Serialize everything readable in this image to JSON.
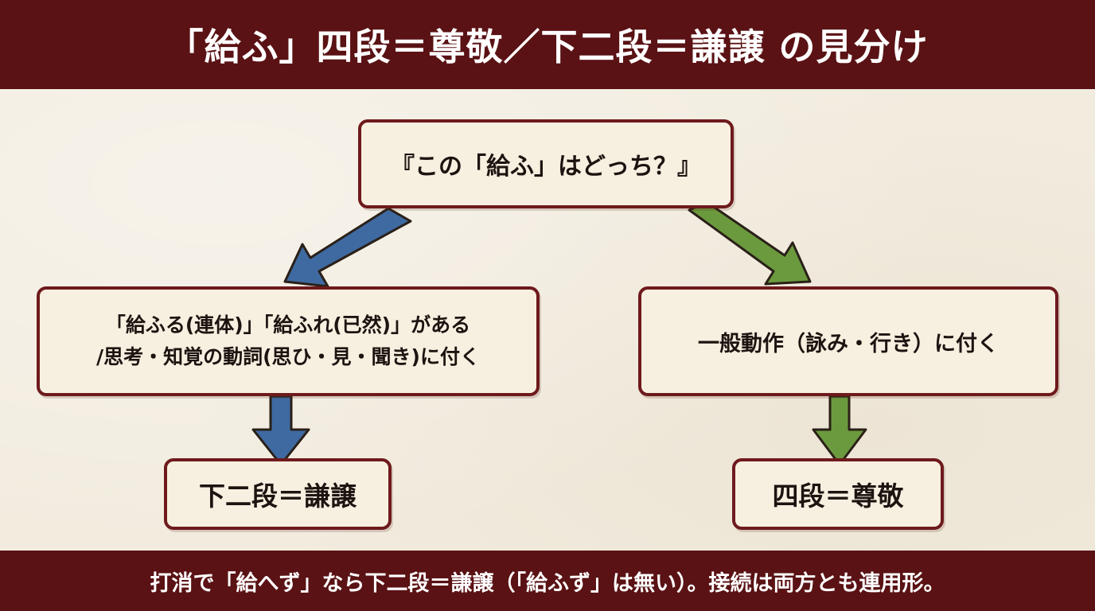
{
  "title": "「給ふ」四段＝尊敬／下二段＝謙譲 の見分け",
  "question": "『この「給ふ」はどっち？』",
  "left_branch": {
    "condition_line1": "「給ふる(連体)」「給ふれ(已然)」がある",
    "condition_line2": "/思考・知覚の動詞(思ひ・見・聞き)に付く",
    "result": "下二段＝謙譲",
    "arrow_color": "#3f6aa1"
  },
  "right_branch": {
    "condition": "一般動作（詠み・行き）に付く",
    "result": "四段＝尊敬",
    "arrow_color": "#6b9a3e"
  },
  "footer_note": "打消で「給へず」なら下二段＝謙譲（「給ふず」は無い）。接続は両方とも連用形。",
  "colors": {
    "banner": "#5a1214",
    "box_border": "#6e1a1c",
    "box_fill": "#f7f0e0",
    "background": "#f2ecdf"
  }
}
